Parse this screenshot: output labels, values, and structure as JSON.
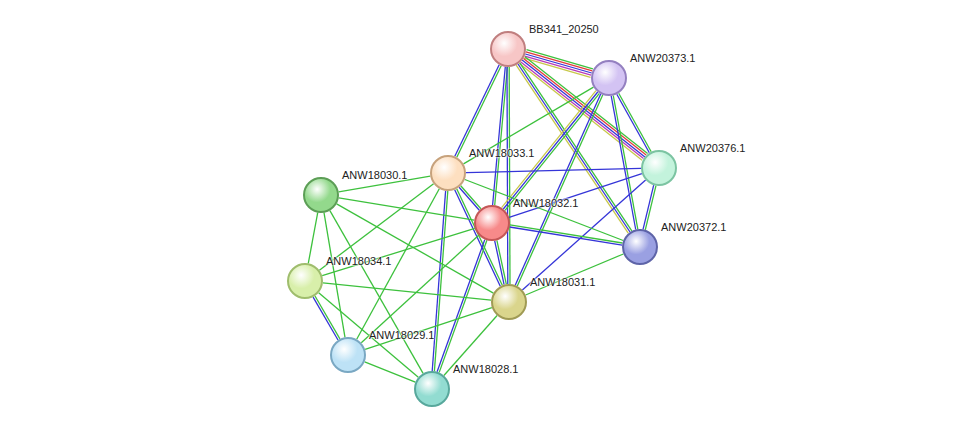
{
  "diagram": {
    "nodes": [
      {
        "text": [
          "BB341_20250"
        ]
      },
      {
        "text": [
          "ANW20373.1"
        ]
      },
      {
        "text": [
          "ANW20376.1"
        ]
      },
      {
        "text": [
          "ANW18033.1"
        ]
      },
      {
        "text": [
          "ANW18030.1"
        ]
      },
      {
        "text": [
          "ANW18032.1"
        ]
      },
      {
        "text": [
          "ANW20372.1"
        ]
      },
      {
        "text": [
          "ANW18034.1"
        ]
      },
      {
        "text": [
          "ANW18031.1"
        ]
      },
      {
        "text": [
          "ANW18029.1"
        ]
      },
      {
        "text": [
          "ANW18028.1"
        ]
      }
    ],
    "edges": [
      {
        "from": 0,
        "to": 1,
        "arrow": "none"
      },
      {
        "from": 0,
        "to": 2,
        "arrow": "none"
      },
      {
        "from": 0,
        "to": 3,
        "arrow": "none"
      },
      {
        "from": 0,
        "to": 5,
        "arrow": "none"
      },
      {
        "from": 0,
        "to": 6,
        "arrow": "none"
      },
      {
        "from": 0,
        "to": 8,
        "arrow": "none"
      },
      {
        "from": 1,
        "to": 2,
        "arrow": "none"
      },
      {
        "from": 1,
        "to": 3,
        "arrow": "none"
      },
      {
        "from": 1,
        "to": 5,
        "arrow": "none"
      },
      {
        "from": 1,
        "to": 6,
        "arrow": "none"
      },
      {
        "from": 1,
        "to": 8,
        "arrow": "none"
      },
      {
        "from": 2,
        "to": 3,
        "arrow": "none"
      },
      {
        "from": 2,
        "to": 5,
        "arrow": "none"
      },
      {
        "from": 2,
        "to": 6,
        "arrow": "none"
      },
      {
        "from": 2,
        "to": 8,
        "arrow": "none"
      },
      {
        "from": 3,
        "to": 4,
        "arrow": "none"
      },
      {
        "from": 3,
        "to": 5,
        "arrow": "none"
      },
      {
        "from": 3,
        "to": 6,
        "arrow": "none"
      },
      {
        "from": 3,
        "to": 7,
        "arrow": "none"
      },
      {
        "from": 3,
        "to": 8,
        "arrow": "none"
      },
      {
        "from": 3,
        "to": 9,
        "arrow": "none"
      },
      {
        "from": 3,
        "to": 10,
        "arrow": "none"
      },
      {
        "from": 4,
        "to": 5,
        "arrow": "none"
      },
      {
        "from": 4,
        "to": 7,
        "arrow": "none"
      },
      {
        "from": 4,
        "to": 8,
        "arrow": "none"
      },
      {
        "from": 4,
        "to": 9,
        "arrow": "none"
      },
      {
        "from": 4,
        "to": 10,
        "arrow": "none"
      },
      {
        "from": 5,
        "to": 6,
        "arrow": "none"
      },
      {
        "from": 5,
        "to": 7,
        "arrow": "none"
      },
      {
        "from": 5,
        "to": 8,
        "arrow": "none"
      },
      {
        "from": 5,
        "to": 9,
        "arrow": "none"
      },
      {
        "from": 5,
        "to": 10,
        "arrow": "none"
      },
      {
        "from": 6,
        "to": 8,
        "arrow": "none"
      },
      {
        "from": 7,
        "to": 8,
        "arrow": "none"
      },
      {
        "from": 7,
        "to": 9,
        "arrow": "none"
      },
      {
        "from": 7,
        "to": 10,
        "arrow": "none"
      },
      {
        "from": 8,
        "to": 9,
        "arrow": "none"
      },
      {
        "from": 8,
        "to": 10,
        "arrow": "none"
      },
      {
        "from": 9,
        "to": 10,
        "arrow": "none"
      }
    ]
  }
}
